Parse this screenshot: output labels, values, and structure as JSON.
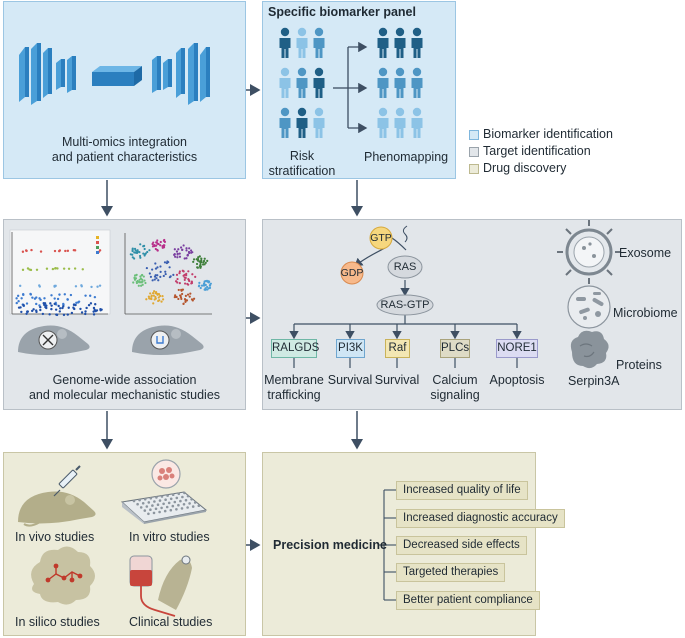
{
  "panel_multiomics": {
    "label_line1": "Multi-omics integration",
    "label_line2": "and patient characteristics"
  },
  "panel_biomarker": {
    "title": "Specific biomarker panel",
    "risk_line1": "Risk",
    "risk_line2": "stratification",
    "phenomapping": "Phenomapping"
  },
  "legend": {
    "items": [
      {
        "label": "Biomarker identification",
        "color": "#d5e9f6",
        "border": "#7fb6dd"
      },
      {
        "label": "Target identification",
        "color": "#e2e6ea",
        "border": "#9aa3ab"
      },
      {
        "label": "Drug discovery",
        "color": "#ecebd9",
        "border": "#bdb98f"
      }
    ]
  },
  "panel_genome": {
    "label_line1": "Genome-wide association",
    "label_line2": "and molecular mechanistic studies"
  },
  "pathway": {
    "gtp": "GTP",
    "gdp": "GDP",
    "ras": "RAS",
    "ras_gtp": "RAS-GTP",
    "effectors": [
      {
        "name": "RALGDS",
        "outcome_line1": "Membrane",
        "outcome_line2": "trafficking",
        "fill": "#cfeae3",
        "border": "#6fb7a6"
      },
      {
        "name": "PI3K",
        "outcome_line1": "Survival",
        "outcome_line2": "",
        "fill": "#cfe6f5",
        "border": "#6fa6cf"
      },
      {
        "name": "Raf",
        "outcome_line1": "Survival",
        "outcome_line2": "",
        "fill": "#f3e7b3",
        "border": "#c9b25a"
      },
      {
        "name": "PLCs",
        "outcome_line1": "Calcium",
        "outcome_line2": "signaling",
        "fill": "#dedbc6",
        "border": "#a9a37c"
      },
      {
        "name": "NORE1",
        "outcome_line1": "Apoptosis",
        "outcome_line2": "",
        "fill": "#dcdcf2",
        "border": "#9a9acb"
      }
    ],
    "exosome": "Exosome",
    "microbiome": "Microbiome",
    "proteins": "Proteins",
    "serpin": "Serpin3A"
  },
  "panel_studies": {
    "in_vivo": "In vivo studies",
    "in_vitro": "In vitro studies",
    "in_silico": "In silico studies",
    "clinical": "Clinical studies"
  },
  "panel_precision": {
    "title": "Precision medicine",
    "benefits": [
      "Increased quality of life",
      "Increased diagnostic accuracy",
      "Decreased side effects",
      "Targeted therapies",
      "Better patient compliance"
    ]
  },
  "colors": {
    "arrow": "#3e4f63",
    "person_dark": "#1f5f86",
    "person_light": "#8cc3e6"
  }
}
